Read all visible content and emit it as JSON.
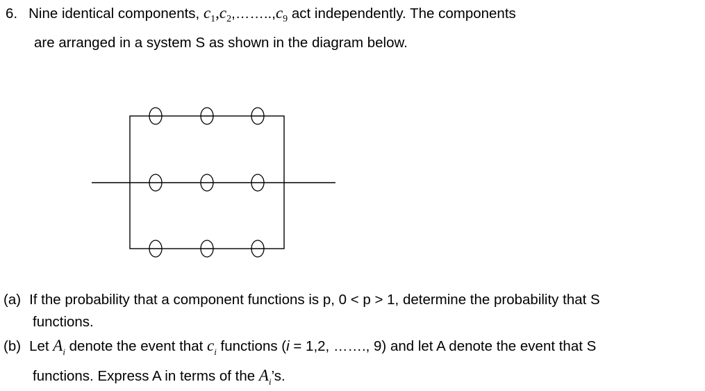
{
  "question": {
    "number": "6.",
    "intro_a": "Nine identical components,",
    "c": "c",
    "sub1": "1",
    "sub2": "2",
    "sub9": "9",
    "sep1": ",",
    "sep2": ",……..,",
    "intro_b": "act independently. The components",
    "intro_line2": "are arranged in a system S as shown in the diagram below."
  },
  "part_a": {
    "label": "(a)",
    "text": "If the probability that a component functions is p, 0 < p > 1, determine the probability that S",
    "text2": "functions."
  },
  "part_b": {
    "label": "(b)",
    "let": "Let",
    "A": "A",
    "i": "i",
    "c": "c",
    "mid": "denote the event that",
    "func": "functions (",
    "ivar": "i",
    "range": " = 1,2, ……., 9) and let A denote the event that S",
    "line2a": "functions. Express A in terms of the",
    "line2b": "’s."
  }
}
